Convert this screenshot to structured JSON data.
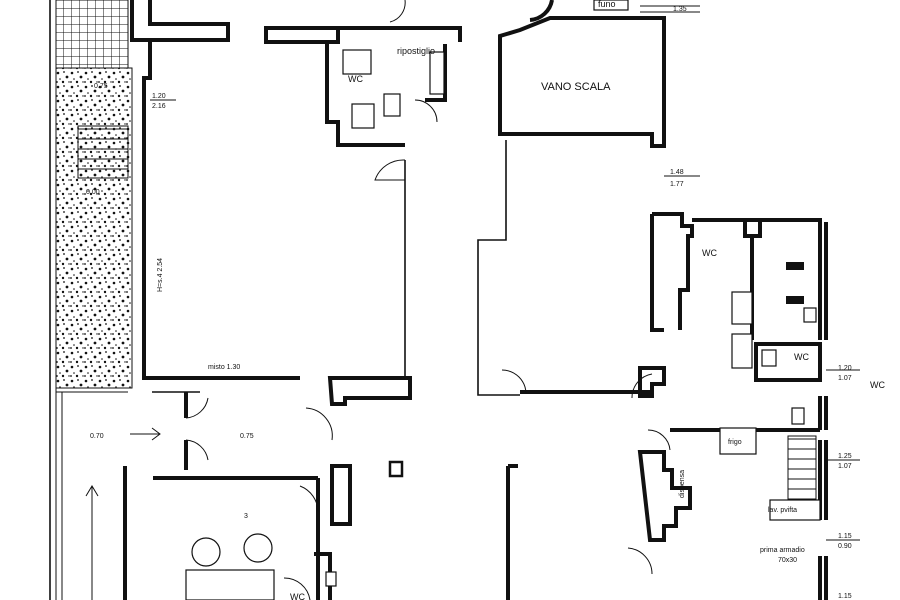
{
  "plan": {
    "labels": {
      "funo": "funo",
      "dim_135": "1.35",
      "ripostiglio": "ripostiglio",
      "wc_top": "WC",
      "vano_scala": "VANO SCALA",
      "level_075": "0.75",
      "dim_120_216": "1.20",
      "dim_216": "2.16",
      "level_000": "0.00",
      "h_254": "H=s.4 2.54",
      "dim_148": "1.48",
      "dim_177": "1.77",
      "wc_right": "WC",
      "wc_right2": "WC",
      "wc_outside": "WC",
      "dim_120_b": "1.20",
      "dim_107": "1.07",
      "misto": "misto 1.30",
      "level_070": "0.70",
      "level_075_b": "0.75",
      "frigo": "frigo",
      "dispensa": "dispensa",
      "dim_125": "1.25",
      "dim_107_b": "1.07",
      "lavastoviglie": "lav. pvifta",
      "dim_115": "1.15",
      "dim_090": "0.90",
      "armadio": "prima armadio",
      "dim_70x30": "70x30",
      "wc_bottom": "WC",
      "dim_3": "3",
      "dim_115_b": "1.15"
    }
  }
}
